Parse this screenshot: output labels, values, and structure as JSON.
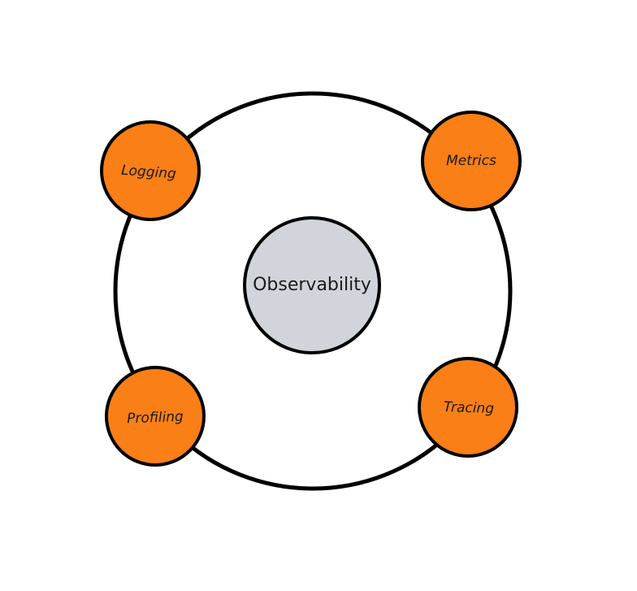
{
  "diagram": {
    "center": {
      "label": "Observability",
      "fill": "#d1d5db"
    },
    "ring": {
      "stroke": "#000000",
      "fill": "#ffffff"
    },
    "nodes": [
      {
        "id": "logging",
        "label": "Logging",
        "fill": "#f97f16"
      },
      {
        "id": "metrics",
        "label": "Metrics",
        "fill": "#f97f16"
      },
      {
        "id": "profiling",
        "label": "Profiling",
        "fill": "#f97f16"
      },
      {
        "id": "tracing",
        "label": "Tracing",
        "fill": "#f97f16"
      }
    ]
  }
}
